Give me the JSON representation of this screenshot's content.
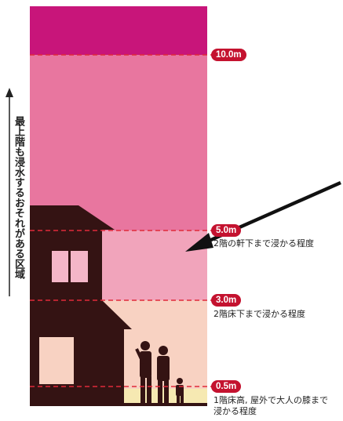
{
  "side_label": "最上階も浸水するおそれがある区域",
  "levels": [
    {
      "badge": "10.0m",
      "desc": ""
    },
    {
      "badge": "5.0m",
      "desc": "2階の軒下まで浸かる程度"
    },
    {
      "badge": "3.0m",
      "desc": "2階床下まで浸かる程度"
    },
    {
      "badge": "0.5m",
      "desc": "1階床高, 屋外で大人の膝まで浸かる程度"
    }
  ],
  "colors": {
    "band_top": "#c8157a",
    "band_10_5": "#e8769f",
    "band_5_3": "#f1a4bb",
    "band_3_0": "#f8d2c2",
    "ground_light": "#f6e9b2",
    "silhouette": "#341313",
    "dashed_line": "#e02a3a",
    "badge": "#c4122f"
  },
  "icons": [
    "up-arrow-icon",
    "pointer-arrow-icon",
    "house-silhouette",
    "family-silhouette"
  ]
}
